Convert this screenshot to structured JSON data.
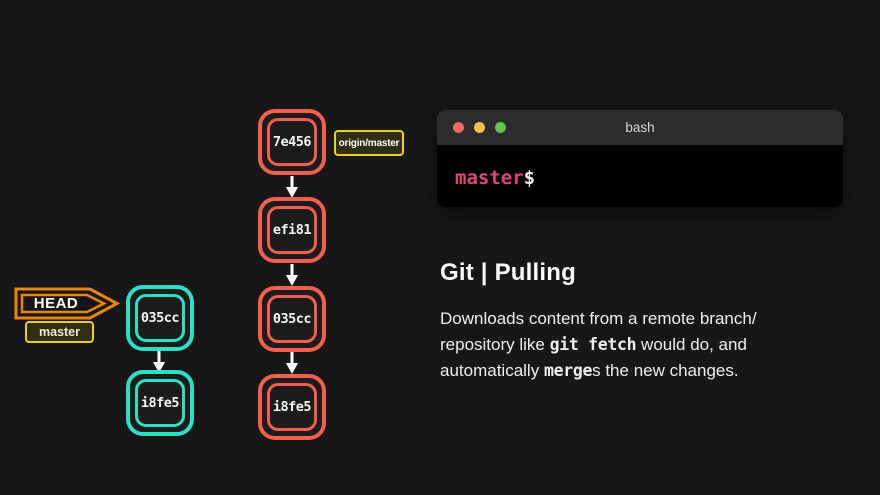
{
  "colors": {
    "bg": "#171717",
    "node_fill": "#1c1c1c",
    "teal": "#2DE0C4",
    "red": "#F0604C",
    "orange": "#E8860E",
    "yellow": "#EDD023",
    "tag_bg": "#312D16",
    "master_text": "#F2ECCB",
    "pink": "#DD4480",
    "terminal_bar": "#2D2D2D",
    "terminal_bg": "#000000",
    "light_red": "#ED6A5F",
    "light_yellow": "#F6BE50",
    "light_green": "#62C554"
  },
  "local_chain": {
    "head_label": "HEAD",
    "branch_label": "master",
    "commits": [
      "035cc",
      "i8fe5"
    ]
  },
  "remote_chain": {
    "branch_label": "origin/master",
    "commits": [
      "7e456",
      "efi81",
      "035cc",
      "i8fe5"
    ]
  },
  "terminal": {
    "title": "bash",
    "prompt_branch": "master",
    "prompt_symbol": "$"
  },
  "content": {
    "heading": "Git | Pulling",
    "body_lines": [
      [
        {
          "text": "Downloads content from a remote branch/"
        }
      ],
      [
        {
          "text": "repository like "
        },
        {
          "text": "git fetch"
        },
        {
          "text": " would do, and"
        }
      ],
      [
        {
          "text": "automatically "
        },
        {
          "text": "merge"
        },
        {
          "text": "s the new changes."
        }
      ]
    ]
  }
}
